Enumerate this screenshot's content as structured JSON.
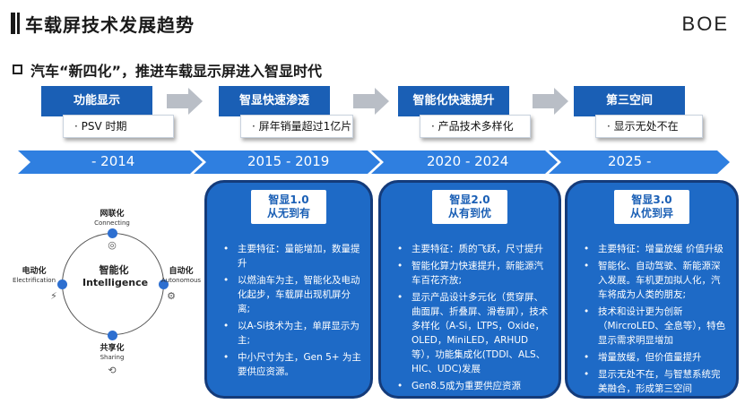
{
  "page": {
    "title": "车载屏技术发展趋势",
    "logo": "BOE",
    "subtitle": "汽车“新四化”，推进车载显示屏进入智显时代"
  },
  "stages": [
    {
      "name": "功能显示",
      "detail": "· PSV 时期"
    },
    {
      "name": "智显快速渗透",
      "detail": "· 屏年销量超过1亿片"
    },
    {
      "name": "智能化快速提升",
      "detail": "· 产品技术多样化"
    },
    {
      "name": "第三空间",
      "detail": "· 显示无处不在"
    }
  ],
  "timeline": {
    "color": "#2f7fe0",
    "periods": [
      "- 2014",
      "2015 - 2019",
      "2020 - 2024",
      "2025 -"
    ]
  },
  "diagram": {
    "center": {
      "zh": "智能化",
      "en": "Intelligence"
    },
    "top": {
      "zh": "网联化",
      "en": "Connecting"
    },
    "left": {
      "zh": "电动化",
      "en": "Electrification"
    },
    "right": {
      "zh": "自动化",
      "en": "Autonomous"
    },
    "bottom": {
      "zh": "共享化",
      "en": "Sharing"
    }
  },
  "cards": [
    {
      "title": "智显1.0",
      "subtitle": "从无到有",
      "items": [
        "主要特征：量能增加，数量提升",
        "以燃油车为主，智能化及电动化起步，车载屏出现机屏分离;",
        "以A-Si技术为主，单屏显示为主;",
        "中小尺寸为主，Gen 5+ 为主要供应资源。"
      ]
    },
    {
      "title": "智显2.0",
      "subtitle": "从有到优",
      "items": [
        "主要特征：质的飞跃，尺寸提升",
        "智能化算力快速提升，新能源汽车百花齐放;",
        "显示产品设计多元化（贯穿屏、曲面屏、折叠屏、滑卷屏），技术多样化（A-Si，LTPS，Oxide，OLED，MiniLED，ARHUD等），功能集成化(TDDI、ALS、HIC、UDC)发展",
        "Gen8.5成为重要供应资源"
      ]
    },
    {
      "title": "智显3.0",
      "subtitle": "从优到异",
      "items": [
        "主要特征：增量放缓 价值升级",
        "智能化、自动驾驶、新能源深入发展。车机更加拟人化，汽车将成为人类的朋友;",
        "技术和设计更为创新（MircroLED、全息等），特色显示需求明显增加",
        "增量放缓，但价值量提升",
        "显示无处不在，与智慧系统完美融合，形成第三空间"
      ]
    }
  ],
  "colors": {
    "stage_blue": "#1a5fb5",
    "card_blue": "#1e6ac6",
    "card_border": "#143b7a",
    "chevron_gray": "#b9bec6"
  }
}
